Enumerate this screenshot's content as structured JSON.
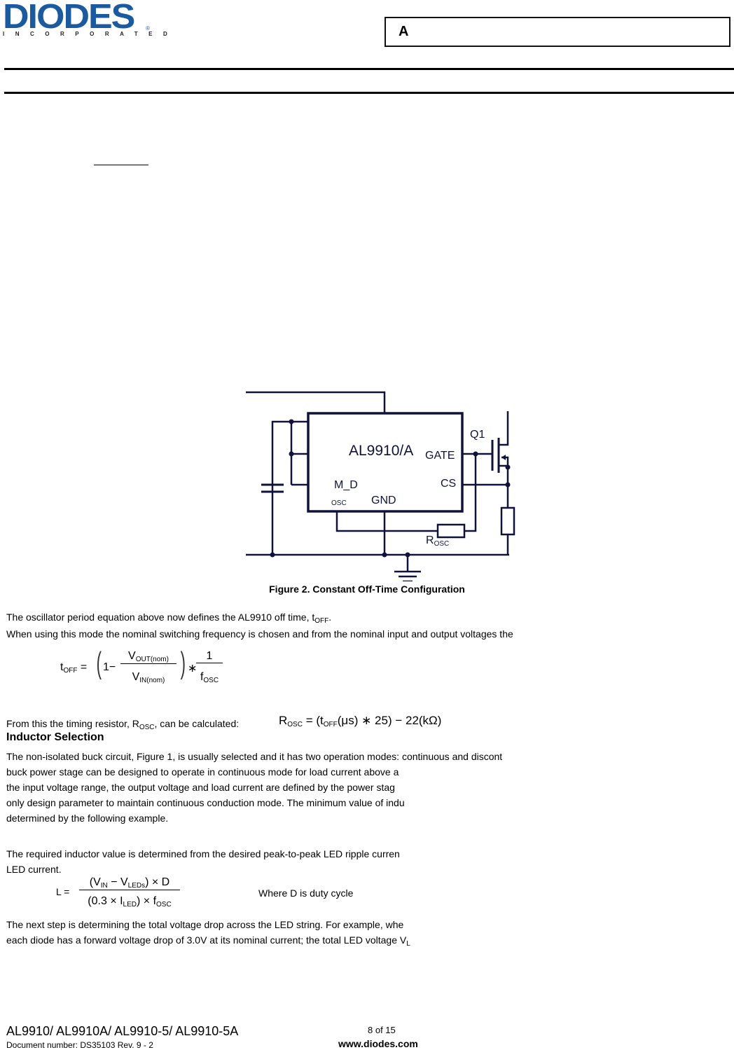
{
  "header": {
    "logo_text": "DIODES",
    "logo_subtext": "INCORPORATED",
    "logo_registered": "®",
    "product_box_label": "A",
    "brand_color": "#1c5aa0"
  },
  "figure": {
    "chip_label": "AL9910/A",
    "pins": {
      "gate": "GATE",
      "cs": "CS",
      "gnd": "GND",
      "m_d": "M_D",
      "osc": "OSC"
    },
    "transistor_label": "Q1",
    "resistor_label_main": "R",
    "resistor_label_sub": "OSC",
    "caption": "Figure 2.  Constant Off-Time Configuration",
    "wire_color": "#10123a"
  },
  "body": {
    "p1_text": "The oscillator period equation above now defines the AL9910 off time, t",
    "p1_sub": "OFF",
    "p1_end": ".",
    "p2": "When using this mode the nominal switching frequency is chosen and from the nominal input and output voltages the",
    "eq1": {
      "lhs": "t",
      "lhs_sub": "OFF",
      "one": "1−",
      "num": "V",
      "num_sub": "OUT(nom)",
      "den": "V",
      "den_sub": "IN(nom)",
      "times": "∗",
      "f_num": "1",
      "f_den": "f",
      "f_den_sub": "OSC"
    },
    "p3_text": "From this the timing resistor, R",
    "p3_sub": "OSC",
    "p3_end": ", can be calculated:",
    "eq2": {
      "lhs": "R",
      "lhs_sub": "OSC",
      "rhs_a": "= (t",
      "rhs_sub": "OFF",
      "rhs_b": "(μs) ∗ 25) − 22(kΩ)"
    },
    "heading": "Inductor Selection",
    "p4_lines": [
      "The non-isolated buck circuit, Figure 1, is usually selected and it has two operation modes: continuous and discont",
      "buck power stage can be designed to operate in continuous mode for load current above a",
      "the input voltage range, the output voltage and load current are defined by the power stag",
      "only design parameter to maintain continuous conduction mode. The minimum value of indu",
      "determined by the following example."
    ],
    "p5_lines": [
      "The required inductor value is determined from the desired peak-to-peak LED ripple curren",
      "LED current."
    ],
    "eq3": {
      "lhs": "L =",
      "num_a": "(V",
      "num_sub1": "IN",
      "num_b": " − V",
      "num_sub2": "LEDs",
      "num_c": ") × D",
      "den_a": "(0.3 × I",
      "den_sub1": "LED",
      "den_b": ") × f",
      "den_sub2": "OSC",
      "note": "Where D is duty cycle"
    },
    "p6_lines": [
      "The next step is determining the total voltage drop across the LED string. For example, whe",
      "each diode has a forward voltage drop of 3.0V at its nominal current; the total LED voltage V"
    ],
    "p6_sub": "L"
  },
  "footer": {
    "part_numbers": "AL9910/ AL9910A/ AL9910-5/ AL9910-5A",
    "doc_number": "Document number: DS35103  Rev. 9 - 2",
    "page": "8 of 15",
    "website": "www.diodes.com"
  }
}
